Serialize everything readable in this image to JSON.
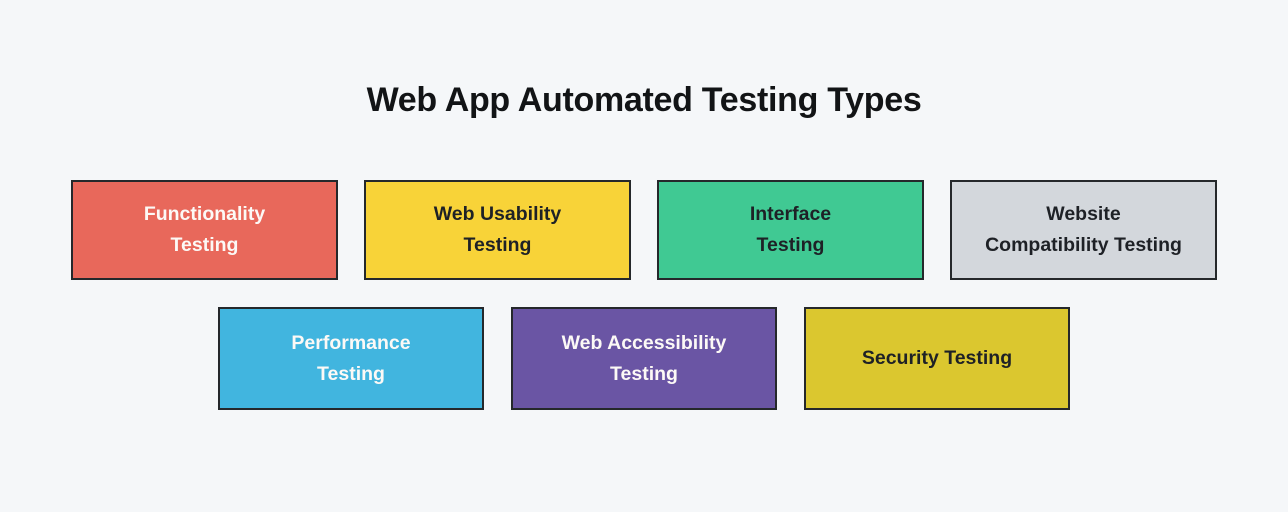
{
  "title": "Web App Automated Testing Types",
  "background": "#F5F7F9",
  "border_color": "#25282B",
  "colors": {
    "functionality_bg": "#E8685B",
    "usability_bg": "#F8D338",
    "interface_bg": "#40C993",
    "compatibility_bg": "#D3D7DC",
    "performance_bg": "#41B5DF",
    "accessibility_bg": "#6A55A4",
    "security_bg": "#DBC72F",
    "light_text": "#FCF9F6",
    "dark_text": "#1E2126",
    "title_text": "#121416"
  },
  "rows": [
    {
      "boxes": [
        {
          "name": "functionality-testing",
          "label": "Functionality\nTesting",
          "bg": "#E8685B",
          "text_color": "#FCF9F6"
        },
        {
          "name": "web-usability-testing",
          "label": "Web Usability\nTesting",
          "bg": "#F8D338",
          "text_color": "#1E2126"
        },
        {
          "name": "interface-testing",
          "label": "Interface\nTesting",
          "bg": "#40C993",
          "text_color": "#1E2126"
        },
        {
          "name": "website-compatibility-testing",
          "label": "Website\nCompatibility Testing",
          "bg": "#D3D7DC",
          "text_color": "#1E2126"
        }
      ]
    },
    {
      "boxes": [
        {
          "name": "performance-testing",
          "label": "Performance\nTesting",
          "bg": "#41B5DF",
          "text_color": "#FCF9F6"
        },
        {
          "name": "web-accessibility-testing",
          "label": "Web Accessibility\nTesting",
          "bg": "#6A55A4",
          "text_color": "#FCF9F6"
        },
        {
          "name": "security-testing",
          "label": "Security Testing",
          "bg": "#DBC72F",
          "text_color": "#1E2126"
        }
      ]
    }
  ]
}
